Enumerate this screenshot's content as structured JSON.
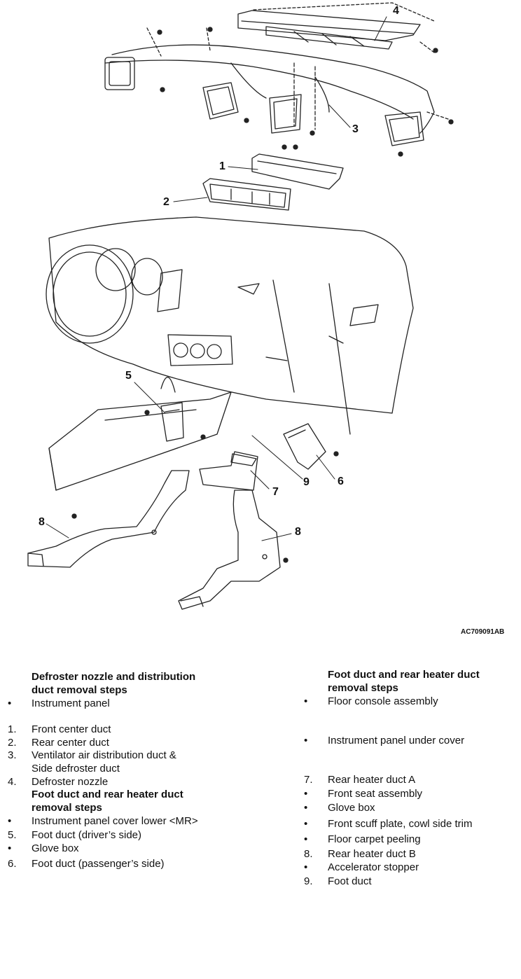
{
  "figure": {
    "code": "AC709091AB",
    "callouts": [
      "1",
      "2",
      "3",
      "4",
      "5",
      "6",
      "7",
      "8",
      "8",
      "9"
    ]
  },
  "left": {
    "heading1": [
      "Defroster nozzle and distribution",
      "duct removal steps"
    ],
    "bullet_instrument_panel": "Instrument panel",
    "items1": [
      {
        "no": "1.",
        "text": "Front center duct"
      },
      {
        "no": "2.",
        "text": "Rear center duct"
      },
      {
        "no": "3.",
        "text": "Ventilator air distribution duct &"
      },
      {
        "no": "",
        "text": "Side defroster duct"
      },
      {
        "no": "4.",
        "text": "Defroster nozzle"
      }
    ],
    "heading2": [
      "Foot duct and rear heater duct",
      "removal steps"
    ],
    "items2": [
      {
        "no": "•",
        "text": "Instrument panel cover lower <MR>"
      },
      {
        "no": "5.",
        "text": "Foot duct (driver’s side)"
      },
      {
        "no": "•",
        "text": "Glove box"
      },
      {
        "no": "6.",
        "text": "Foot duct (passenger’s side)"
      }
    ]
  },
  "right": {
    "heading": [
      "Foot duct and rear heater duct",
      "removal steps"
    ],
    "items": [
      {
        "no": "•",
        "text": "Floor console assembly"
      },
      {
        "no": "•",
        "text": "Instrument panel under cover"
      },
      {
        "no": "7.",
        "text": "Rear heater duct A"
      },
      {
        "no": "•",
        "text": "Front seat assembly"
      },
      {
        "no": "•",
        "text": "Glove box"
      },
      {
        "no": "•",
        "text": "Front scuff plate, cowl side trim"
      },
      {
        "no": "•",
        "text": "Floor carpet peeling"
      },
      {
        "no": "8.",
        "text": "Rear heater duct B"
      },
      {
        "no": "•",
        "text": "Accelerator stopper"
      },
      {
        "no": "9.",
        "text": "Foot duct"
      }
    ]
  }
}
